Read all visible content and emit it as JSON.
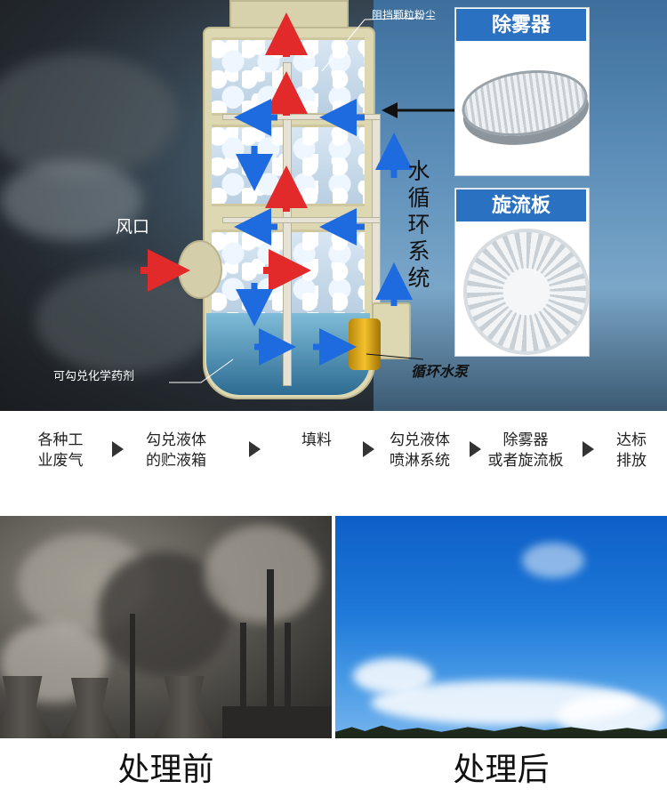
{
  "diagram": {
    "labels": {
      "particle": "阻挡颗粒粉尘",
      "wind_inlet": "风口",
      "chemical": "可勾兑化学药剂",
      "water_cycle": "水循环系统",
      "pump": "循环水泵"
    },
    "cards": {
      "demister": {
        "title": "除雾器"
      },
      "swirl_plate": {
        "title": "旋流板"
      }
    },
    "arrow_colors": {
      "gas": "#e22a2a",
      "water": "#1e6be0",
      "callout": "#111111"
    }
  },
  "flow": {
    "steps": [
      {
        "label": "各种工\n业废气"
      },
      {
        "label": "勾兑液体\n的贮液箱"
      },
      {
        "label": "填料"
      },
      {
        "label": "勾兑液体\n喷淋系统"
      },
      {
        "label": "除雾器\n或者旋流板"
      },
      {
        "label": "达标\n排放"
      }
    ]
  },
  "comparison": {
    "before": {
      "caption": "处理前"
    },
    "after": {
      "caption": "处理后"
    }
  }
}
